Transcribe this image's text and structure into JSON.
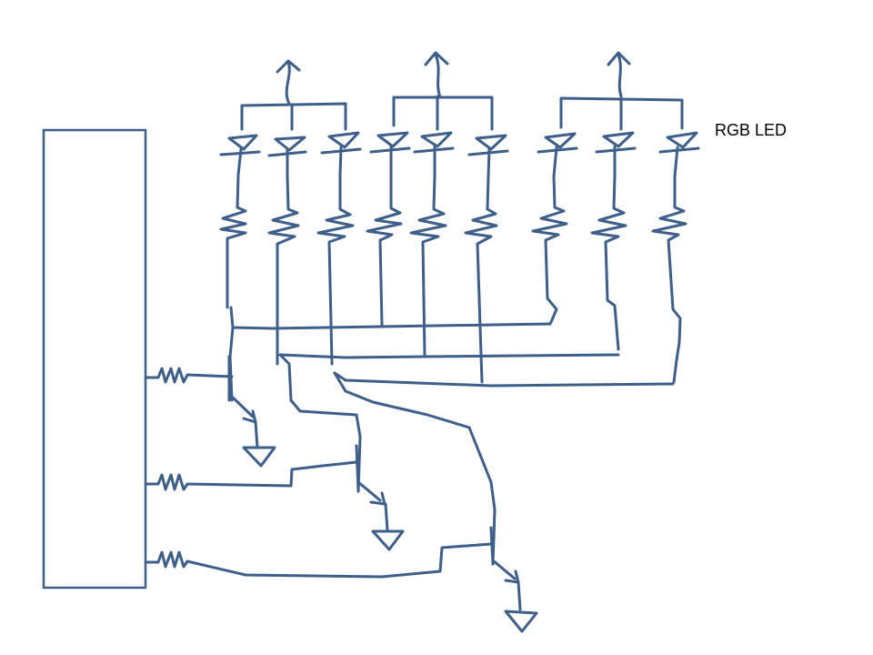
{
  "diagram": {
    "led_label": "RGB LED",
    "led_groups": 3,
    "leds_per_group": 3,
    "transistors": 3,
    "stroke_color": "#3e5f8a",
    "background": "#ffffff"
  }
}
